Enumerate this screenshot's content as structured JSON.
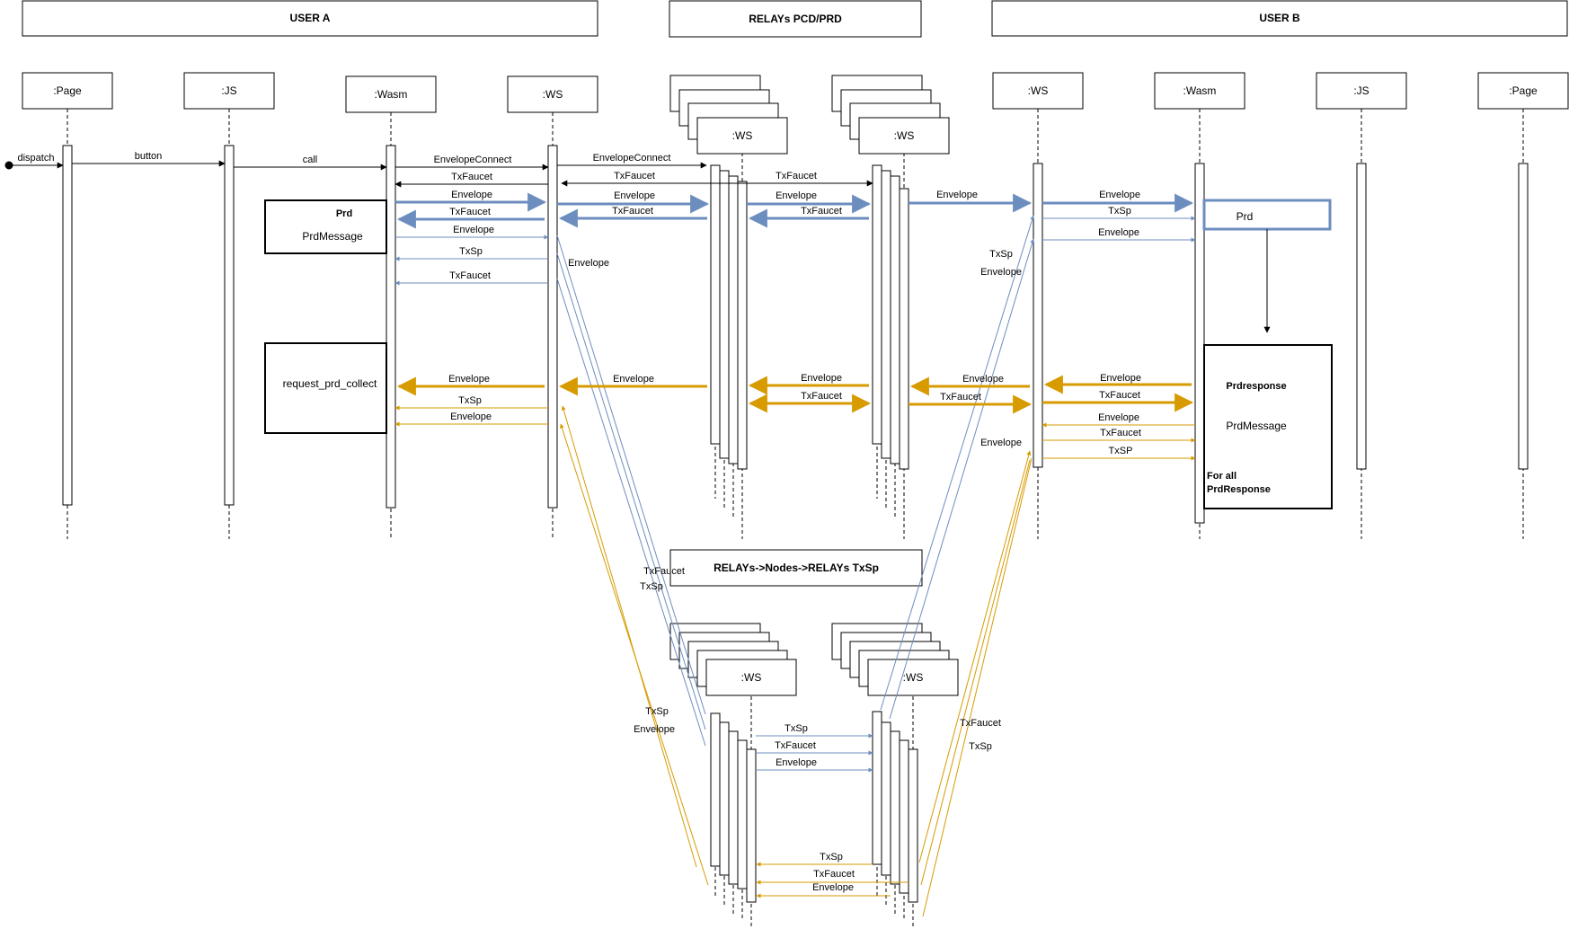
{
  "groups": {
    "user_a": "USER A",
    "relays": "RELAYs PCD/PRD",
    "user_b": "USER B",
    "relays_nodes": "RELAYs->Nodes->RELAYs TxSp"
  },
  "participants": {
    "page": ":Page",
    "js": ":JS",
    "wasm": ":Wasm",
    "ws": ":WS"
  },
  "msgs": {
    "dispatch": "dispatch",
    "button": "button",
    "call": "call",
    "envelope_connect": "EnvelopeConnect",
    "txfaucet": "TxFaucet",
    "envelope": "Envelope",
    "txsp": "TxSp",
    "txsp_caps": "TxSP"
  },
  "boxes": {
    "prd": "Prd",
    "prd_message": "PrdMessage",
    "request_prd_collect": "request_prd_collect",
    "prd_b": "Prd",
    "prd_response": "Prdresponse",
    "prd_message_b": "PrdMessage",
    "for_all_1": "For all",
    "for_all_2": "PrdResponse"
  },
  "colors": {
    "blue": "#6c8ebf",
    "orange": "#d79b00",
    "black": "#000000"
  }
}
